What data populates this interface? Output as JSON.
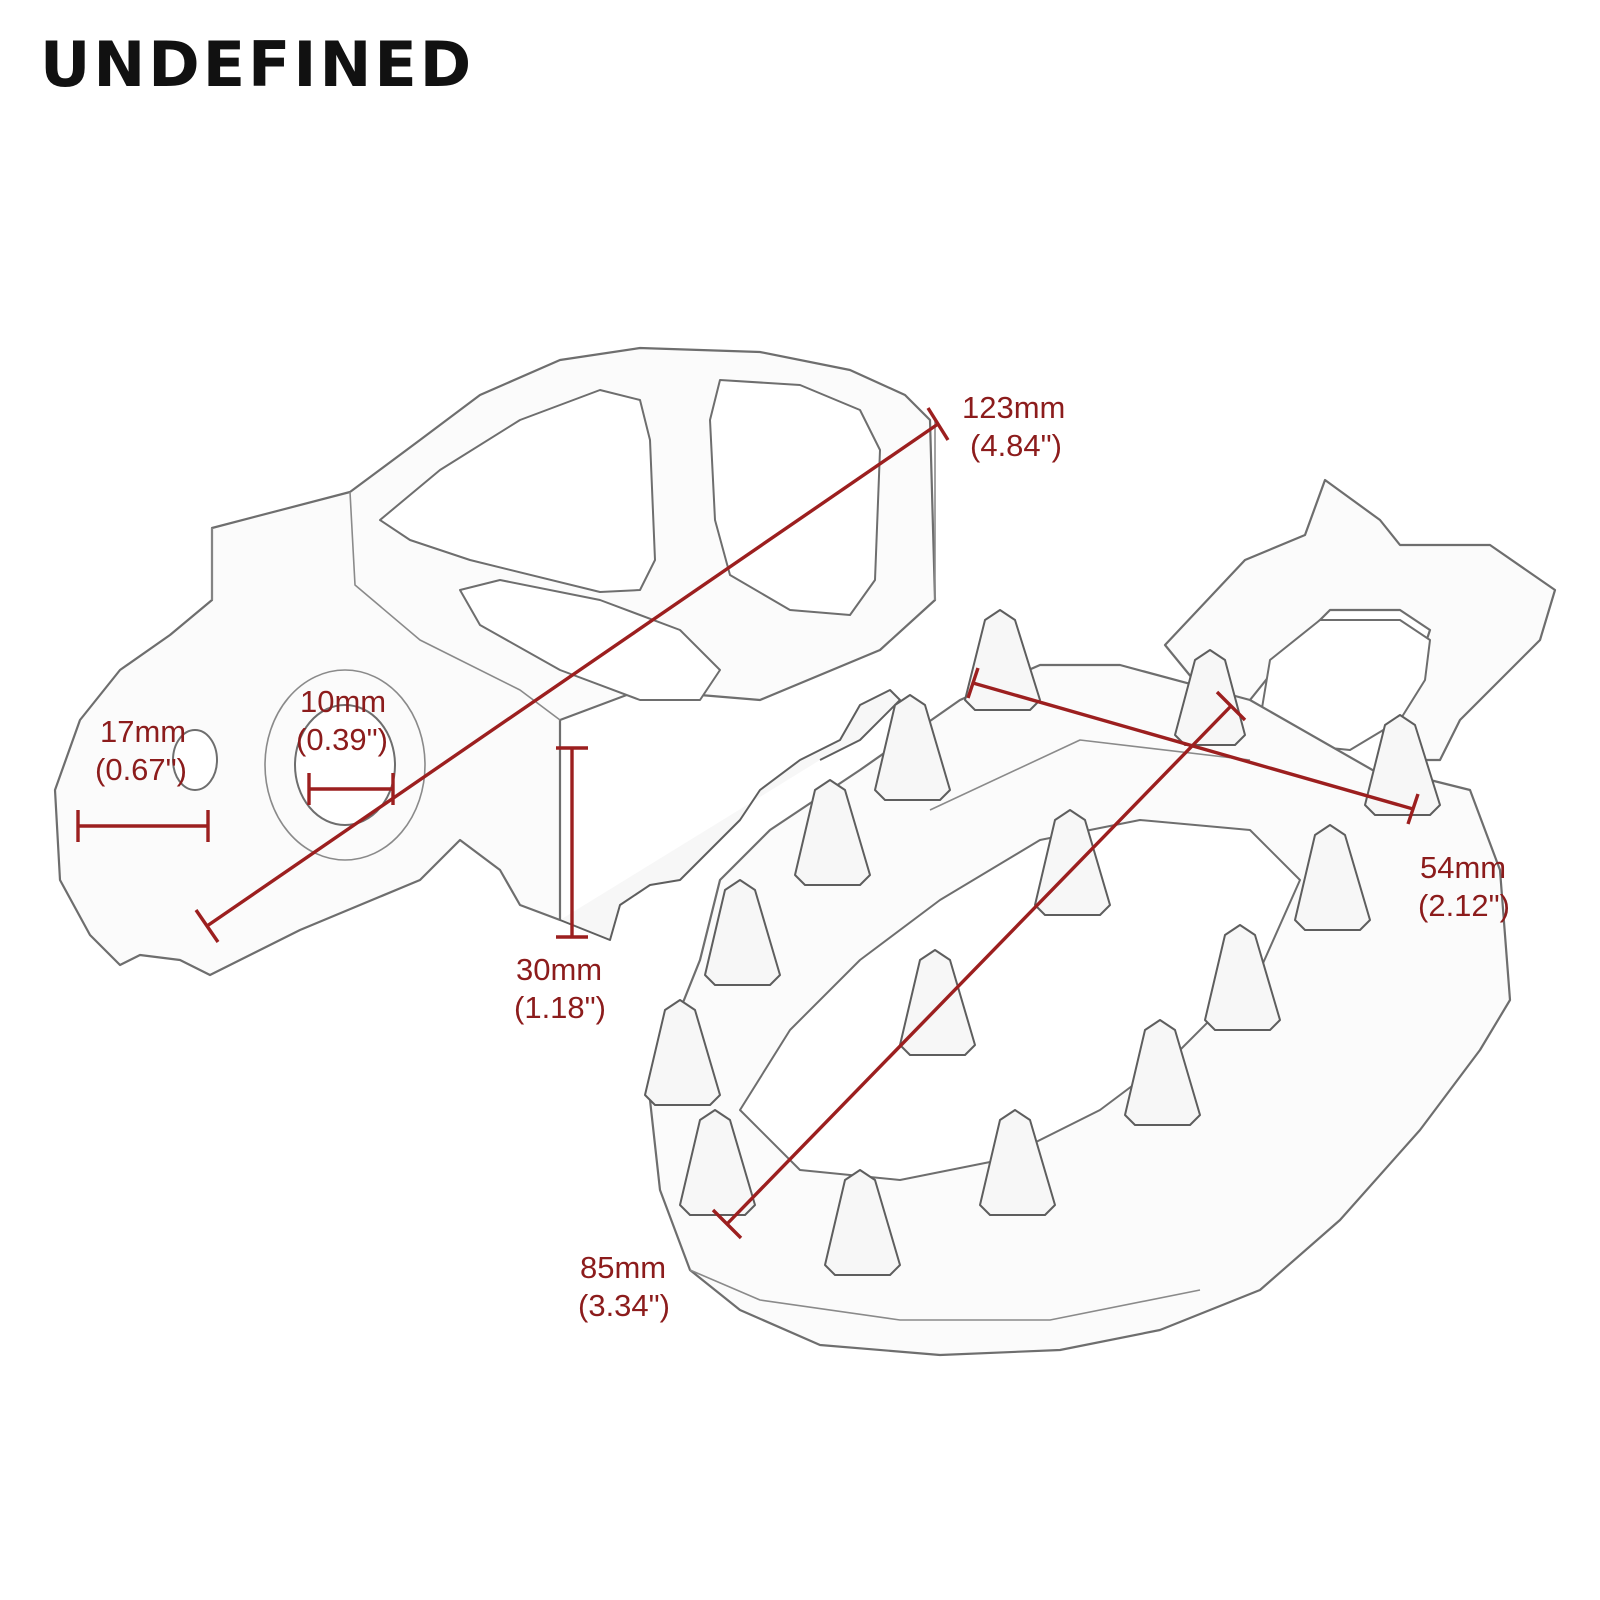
{
  "brand": "UNDEFINED",
  "colors": {
    "dimension": "#9c1f1f",
    "outline": "#6e6e6e",
    "brand_text": "#111111"
  },
  "dimensions": {
    "overall_length": {
      "metric": "123mm",
      "imperial": "(4.84\")"
    },
    "width": {
      "metric": "54mm",
      "imperial": "(2.12\")"
    },
    "tread_length": {
      "metric": "85mm",
      "imperial": "(3.34\")"
    },
    "height": {
      "metric": "30mm",
      "imperial": "(1.18\")"
    },
    "mount_hole": {
      "metric": "10mm",
      "imperial": "(0.39\")"
    },
    "mount_width": {
      "metric": "17mm",
      "imperial": "(0.67\")"
    }
  }
}
